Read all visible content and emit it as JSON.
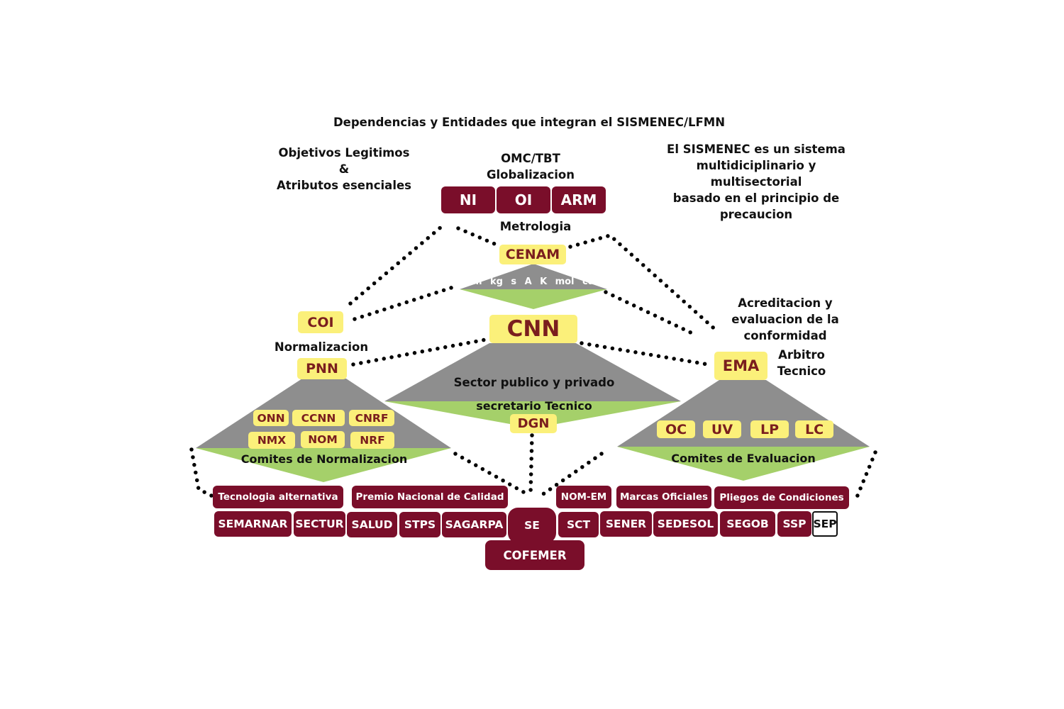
{
  "title": "Dependencias y Entidades que integran el SISMENEC/LFMN",
  "left_note": {
    "line1": "Objetivos Legitimos",
    "line2": "&",
    "line3": "Atributos esenciales"
  },
  "top_note": {
    "line1": "OMC/TBT",
    "line2": "Globalizacion"
  },
  "right_note": {
    "line1": "El SISMENEC es un sistema",
    "line2": "multidiciplinario y multisectorial",
    "line3": "basado en el principio de",
    "line4": "precaucion"
  },
  "top_boxes": [
    "NI",
    "OI",
    "ARM"
  ],
  "metrologia": {
    "label": "Metrologia",
    "box": "CENAM",
    "units": [
      "m",
      "kg",
      "s",
      "A",
      "K",
      "mol",
      "cd"
    ]
  },
  "coi": "COI",
  "cnn": {
    "box": "CNN",
    "text": "Sector publico y privado",
    "secretario": "secretario Tecnico",
    "dgn": "DGN"
  },
  "normalizacion": {
    "label": "Normalizacion",
    "box": "PNN",
    "items": [
      "ONN",
      "CCNN",
      "CNRF",
      "NMX",
      "NOM",
      "NRF"
    ],
    "bottom": "Comites de Normalizacion"
  },
  "acreditacion": {
    "label_line1": "Acreditacion y",
    "label_line2": "evaluacion de la",
    "label_line3": "conformidad",
    "arbitro_line1": "Arbitro",
    "arbitro_line2": "Tecnico",
    "box": "EMA",
    "items": [
      "OC",
      "UV",
      "LP",
      "LC"
    ],
    "bottom": "Comites de Evaluacion"
  },
  "mid_boxes": [
    "Tecnologia alternativa",
    "Premio Nacional de Calidad",
    "NOM-EM",
    "Marcas Oficiales",
    "Pliegos de Condiciones"
  ],
  "dependencias": [
    "SEMARNAR",
    "SECTUR",
    "SALUD",
    "STPS",
    "SAGARPA",
    "SE",
    "SCT",
    "SENER",
    "SEDESOL",
    "SEGOB",
    "SSP",
    "SEP"
  ],
  "cofemer": "COFEMER",
  "colors": {
    "maroon": "#7a0e2a",
    "yellow": "#fbf07a",
    "gray": "#8e8e8e",
    "green": "#a5d06a"
  }
}
